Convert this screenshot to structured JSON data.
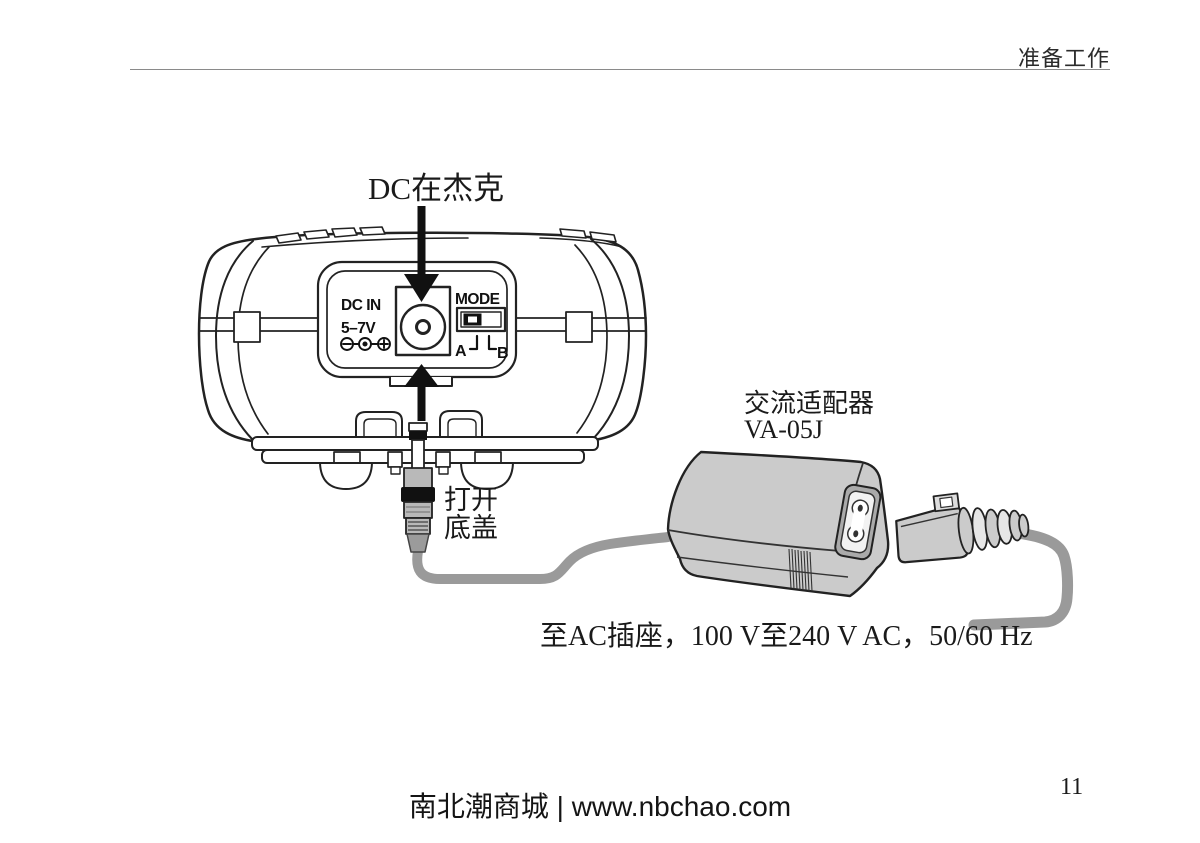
{
  "header": {
    "title": "准备工作"
  },
  "footer": {
    "watermark": "南北潮商城 | www.nbchao.com",
    "page_number": "11"
  },
  "diagram": {
    "labels": {
      "dc_jack": "DC在杰克",
      "open_cover_line1": "打开",
      "open_cover_line2": "底盖",
      "adapter_name": "交流适配器",
      "adapter_model": "VA-05J",
      "outlet_note": "至AC插座，100 V至240 V AC，50/60 Hz"
    },
    "panel": {
      "dc_in": "DC IN",
      "voltage": "5–7V",
      "mode": "MODE",
      "pos_a": "A",
      "pos_b": "B"
    },
    "colors": {
      "line": "#222222",
      "cable": "#9a9a9a",
      "adapter_body": "#cbcbcb",
      "plug_body": "#b9b9b9",
      "arrow_black": "#111111"
    }
  }
}
